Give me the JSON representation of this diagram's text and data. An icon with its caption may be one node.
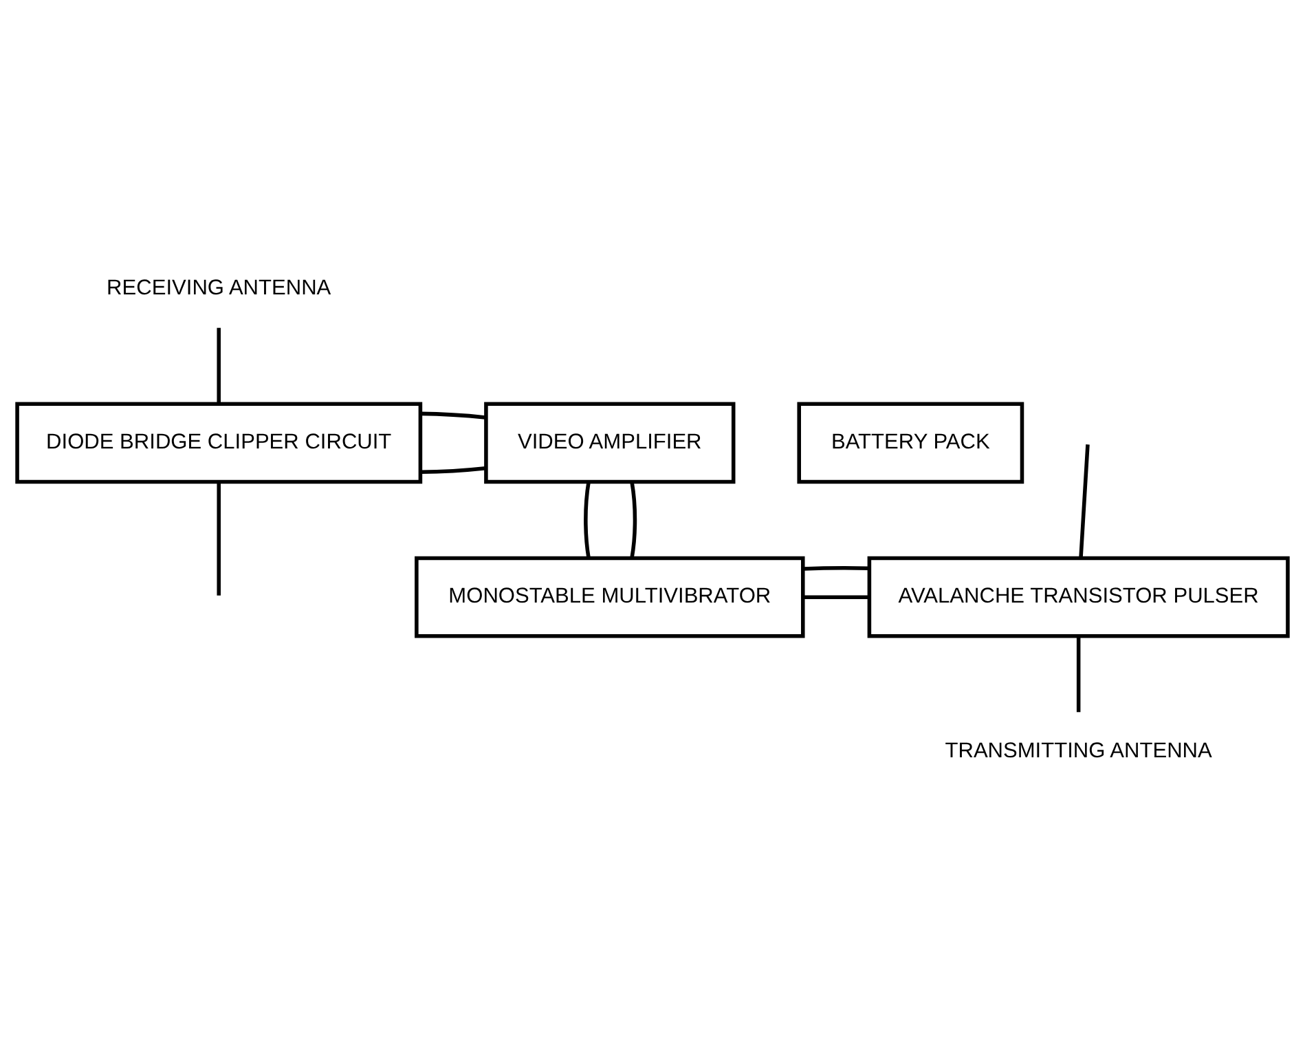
{
  "diagram": {
    "nodes": [
      {
        "text": [
          "RECEIVING ANTENNA"
        ]
      },
      {
        "text": [
          "DIODE BRIDGE CLIPPER CIRCUIT"
        ]
      },
      {
        "text": [
          "VIDEO AMPLIFIER"
        ]
      },
      {
        "text": [
          "BATTERY PACK"
        ]
      },
      {
        "text": [
          "AVALANCHE TRANSISTOR PULSER"
        ]
      },
      {
        "text": [
          "MONOSTABLE MULTIVIBRATOR"
        ]
      },
      {
        "text": [
          "TRANSMITTING ANTENNA"
        ]
      }
    ],
    "edges": [
      {
        "from": 0,
        "to": 1,
        "arrow": "none"
      },
      {
        "from": 1,
        "to": 2,
        "arrow": "none"
      },
      {
        "from": 1,
        "to": 2,
        "arrow": "none"
      },
      {
        "from": 1,
        "to": null,
        "arrow": "none"
      },
      {
        "from": 2,
        "to": 5,
        "arrow": "none"
      },
      {
        "from": 2,
        "to": 5,
        "arrow": "none"
      },
      {
        "from": null,
        "to": 4,
        "arrow": "none"
      },
      {
        "from": 5,
        "to": 4,
        "arrow": "none"
      },
      {
        "from": 5,
        "to": 4,
        "arrow": "none"
      },
      {
        "from": 4,
        "to": 6,
        "arrow": "none"
      }
    ]
  }
}
